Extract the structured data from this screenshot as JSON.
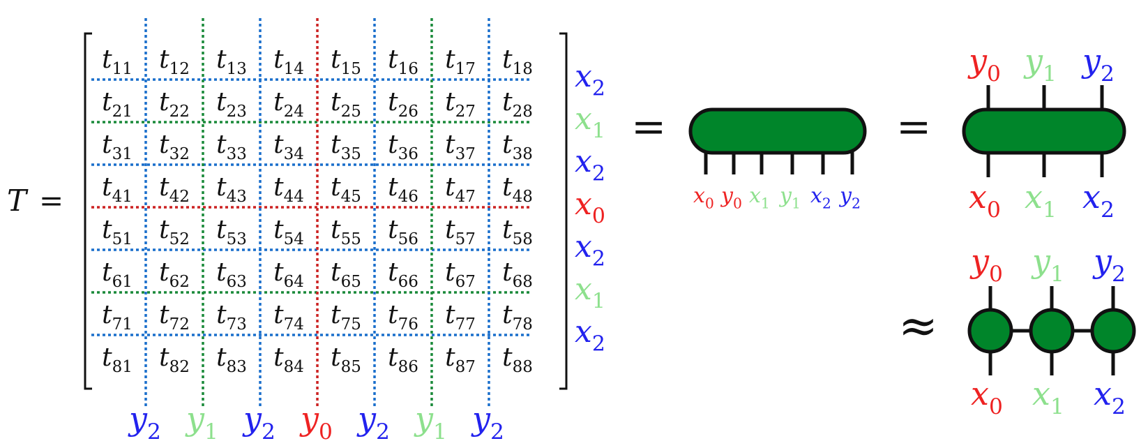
{
  "lhs": {
    "symbol": "T",
    "equals": "="
  },
  "matrix": {
    "rows": [
      [
        "t11",
        "t12",
        "t13",
        "t14",
        "t15",
        "t16",
        "t17",
        "t18"
      ],
      [
        "t21",
        "t22",
        "t23",
        "t24",
        "t25",
        "t26",
        "t27",
        "t28"
      ],
      [
        "t31",
        "t32",
        "t33",
        "t34",
        "t35",
        "t36",
        "t37",
        "t38"
      ],
      [
        "t41",
        "t42",
        "t43",
        "t44",
        "t45",
        "t46",
        "t47",
        "t48"
      ],
      [
        "t51",
        "t52",
        "t53",
        "t54",
        "t55",
        "t56",
        "t57",
        "t58"
      ],
      [
        "t61",
        "t62",
        "t63",
        "t64",
        "t65",
        "t66",
        "t67",
        "t68"
      ],
      [
        "t71",
        "t72",
        "t73",
        "t74",
        "t75",
        "t76",
        "t77",
        "t78"
      ],
      [
        "t81",
        "t82",
        "t83",
        "t84",
        "t85",
        "t86",
        "t87",
        "t88"
      ]
    ],
    "row_labels": [
      {
        "name": "x",
        "sub": "2",
        "color": "blue"
      },
      {
        "name": "x",
        "sub": "1",
        "color": "green"
      },
      {
        "name": "x",
        "sub": "2",
        "color": "blue"
      },
      {
        "name": "x",
        "sub": "0",
        "color": "red"
      },
      {
        "name": "x",
        "sub": "2",
        "color": "blue"
      },
      {
        "name": "x",
        "sub": "1",
        "color": "green"
      },
      {
        "name": "x",
        "sub": "2",
        "color": "blue"
      }
    ],
    "col_labels": [
      {
        "name": "y",
        "sub": "2",
        "color": "blue"
      },
      {
        "name": "y",
        "sub": "1",
        "color": "green"
      },
      {
        "name": "y",
        "sub": "2",
        "color": "blue"
      },
      {
        "name": "y",
        "sub": "0",
        "color": "red"
      },
      {
        "name": "y",
        "sub": "2",
        "color": "blue"
      },
      {
        "name": "y",
        "sub": "1",
        "color": "green"
      },
      {
        "name": "y",
        "sub": "2",
        "color": "blue"
      }
    ]
  },
  "equals_signs": [
    "=",
    "="
  ],
  "approx_sign": "≈",
  "tensor_six_legs": {
    "leg_labels": [
      {
        "name": "x",
        "sub": "0",
        "color": "red"
      },
      {
        "name": "y",
        "sub": "0",
        "color": "red"
      },
      {
        "name": "x",
        "sub": "1",
        "color": "green"
      },
      {
        "name": "y",
        "sub": "1",
        "color": "green"
      },
      {
        "name": "x",
        "sub": "2",
        "color": "blue"
      },
      {
        "name": "y",
        "sub": "2",
        "color": "blue"
      }
    ]
  },
  "tensor_grouped": {
    "top_labels": [
      {
        "name": "y",
        "sub": "0",
        "color": "red"
      },
      {
        "name": "y",
        "sub": "1",
        "color": "green"
      },
      {
        "name": "y",
        "sub": "2",
        "color": "blue"
      }
    ],
    "bottom_labels": [
      {
        "name": "x",
        "sub": "0",
        "color": "red"
      },
      {
        "name": "x",
        "sub": "1",
        "color": "green"
      },
      {
        "name": "x",
        "sub": "2",
        "color": "blue"
      }
    ]
  },
  "mps": {
    "top_labels": [
      {
        "name": "y",
        "sub": "0",
        "color": "red"
      },
      {
        "name": "y",
        "sub": "1",
        "color": "green"
      },
      {
        "name": "y",
        "sub": "2",
        "color": "blue"
      }
    ],
    "bottom_labels": [
      {
        "name": "x",
        "sub": "0",
        "color": "red"
      },
      {
        "name": "x",
        "sub": "1",
        "color": "green"
      },
      {
        "name": "x",
        "sub": "2",
        "color": "blue"
      }
    ]
  },
  "colors": {
    "red": "#ee2222",
    "green": "#8de08d",
    "blue": "#2222ee",
    "dash_blue": "#1a6fcc",
    "dash_green": "#1a8a3a",
    "dash_red": "#cc2222",
    "tensor_fill": "#00852a",
    "ink": "#111111"
  }
}
